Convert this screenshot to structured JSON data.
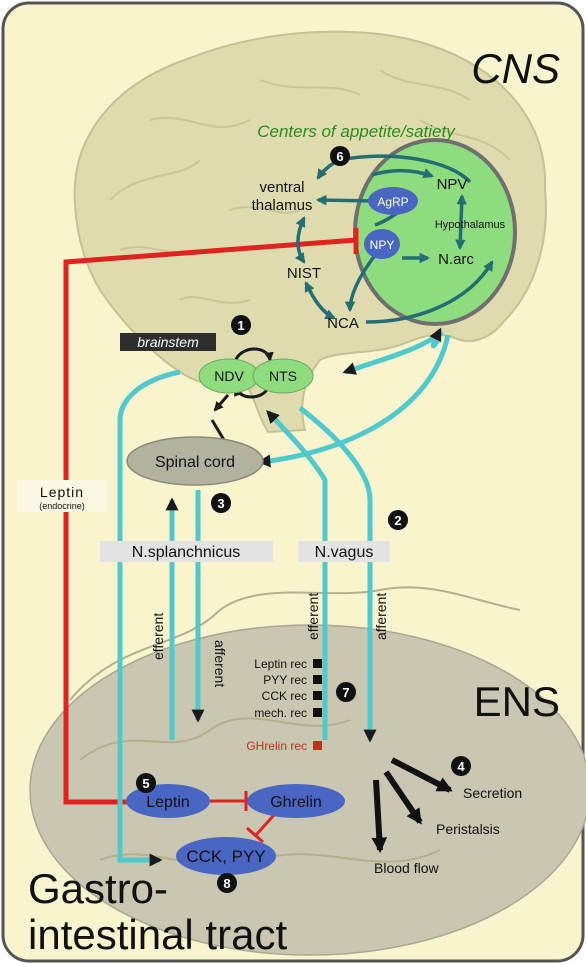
{
  "labels": {
    "cns": "CNS",
    "ens": "ENS",
    "gi_line1": "Gastro-",
    "gi_line2": "intestinal tract",
    "centers": "Centers of appetite/satiety",
    "ventral_line1": "ventral",
    "ventral_line2": "thalamus",
    "npv": "NPV",
    "agrp": "AgRP",
    "npy": "NPY",
    "hypothalamus": "Hypothalamus",
    "narc": "N.arc",
    "nist": "NIST",
    "nca": "NCA",
    "brainstem": "brainstem",
    "ndv": "NDV",
    "nts": "NTS",
    "spinal": "Spinal cord",
    "leptin_side": "Leptin",
    "endocrine": "(endocrine)",
    "splanchnicus": "N.splanchnicus",
    "vagus": "N.vagus",
    "efferent": "efferent",
    "afferent": "afferent",
    "leptin_rec": "Leptin rec",
    "pyy_rec": "PYY rec",
    "cck_rec": "CCK rec",
    "mech_rec": "mech. rec",
    "ghrelin_rec": "GHrelin rec",
    "leptin": "Leptin",
    "ghrelin": "Ghrelin",
    "cck_pyy": "CCK, PYY",
    "secretion": "Secretion",
    "peristalsis": "Peristalsis",
    "blood_flow": "Blood flow"
  },
  "markers": [
    "1",
    "2",
    "3",
    "4",
    "5",
    "6",
    "7",
    "8"
  ],
  "colors": {
    "cyan": "#4fc9cc",
    "teal": "#226e72",
    "red": "#e0231f",
    "green_node": "#8fdc7f",
    "blue_node": "#4a66c3",
    "brain": "#dedcae",
    "background": "#f8f4cd",
    "ens_ellipse": "#c9c7b1",
    "centers_text": "#2c8a1e",
    "ghrelin_rec": "#c0311b"
  }
}
